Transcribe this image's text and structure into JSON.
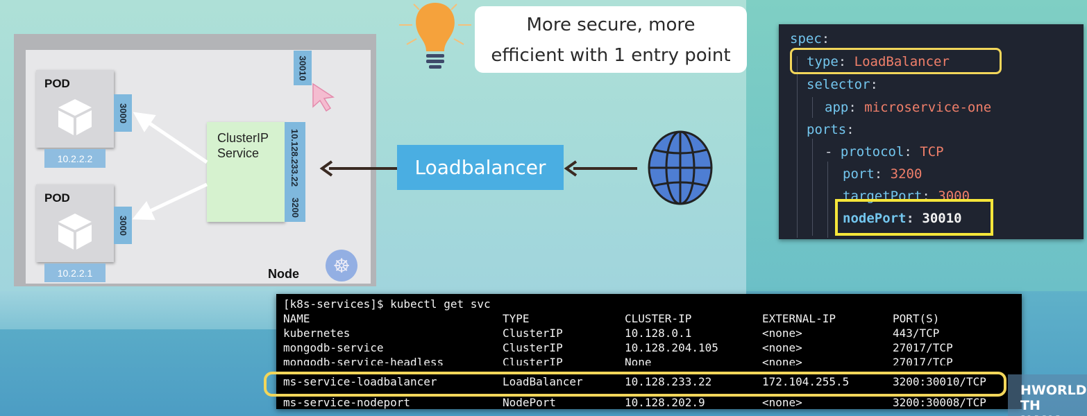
{
  "callout": {
    "line1": "More secure, more",
    "line2": "efficient with 1 entry point"
  },
  "diagram": {
    "node_label": "Node",
    "pods": [
      {
        "label": "POD",
        "ip": "10.2.2.2",
        "port": "3000"
      },
      {
        "label": "POD",
        "ip": "10.2.2.1",
        "port": "3000"
      }
    ],
    "node_port": "30010",
    "cluster_service": {
      "line1": "ClusterIP",
      "line2": "Service",
      "ip": "10.128.233.22",
      "port": "3200"
    },
    "loadbalancer_label": "Loadbalancer"
  },
  "yaml": {
    "lines": [
      {
        "key": "spec",
        "value": ""
      },
      {
        "key": "type",
        "value": "LoadBalancer"
      },
      {
        "key": "selector",
        "value": ""
      },
      {
        "key": "app",
        "value": "microservice-one"
      },
      {
        "key": "ports",
        "value": ""
      },
      {
        "key": "protocol",
        "value": "TCP",
        "dash": "- "
      },
      {
        "key": "port",
        "value": "3200"
      },
      {
        "key": "targetPort",
        "value": "3000"
      },
      {
        "key": "nodePort",
        "value": "30010"
      }
    ]
  },
  "terminal": {
    "prompt": "[k8s-services]$ kubectl get svc",
    "headers": [
      "NAME",
      "TYPE",
      "CLUSTER-IP",
      "EXTERNAL-IP",
      "PORT(S)"
    ],
    "rows": [
      [
        "kubernetes",
        "ClusterIP",
        "10.128.0.1",
        "<none>",
        "443/TCP"
      ],
      [
        "mongodb-service",
        "ClusterIP",
        "10.128.204.105",
        "<none>",
        "27017/TCP"
      ],
      [
        "mongodb-service-headless",
        "ClusterIP",
        "None",
        "<none>",
        "27017/TCP"
      ],
      [
        "ms-service-loadbalancer",
        "LoadBalancer",
        "10.128.233.22",
        "172.104.255.5",
        "3200:30010/TCP"
      ],
      [
        "ms-service-nodeport",
        "NodePort",
        "10.128.202.9",
        "<none>",
        "3200:30008/TCP"
      ]
    ]
  },
  "brand": {
    "line1": "HWORLD",
    "line2": "TH NANA"
  },
  "colors": {
    "highlight": "#f2d65a",
    "loadbalancer": "#4aaee2",
    "cluster_service": "#d6f2cf",
    "yaml_key": "#73c6ee",
    "yaml_value": "#f07f6a"
  }
}
